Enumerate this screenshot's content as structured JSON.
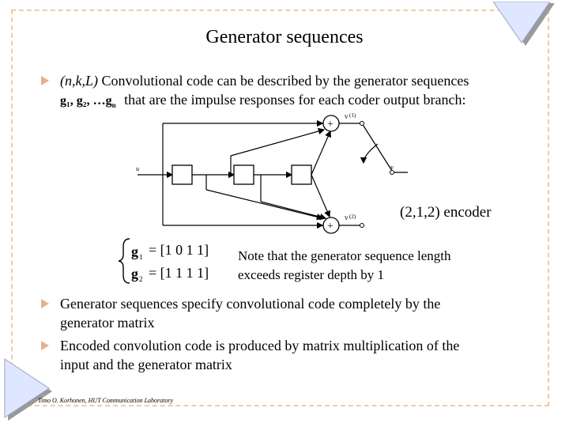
{
  "slide": {
    "title": "Generator sequences",
    "bullet1": {
      "vars": "(n,k,L)",
      "text": " Convolutional code can be described by the generator sequences",
      "seq": "g₁, g₂, …g",
      "seq_sub": "n",
      "line2": "that are the impulse responses for each coder output branch:"
    },
    "diagram": {
      "encoder_label": "(2,1,2) encoder",
      "input_label": "u",
      "output1_label": "v",
      "output1_sup": "(1)",
      "output2_label": "v",
      "output2_sup": "(2)",
      "switch_label": "v",
      "plus_sign": "+"
    },
    "equations": {
      "g1_name": "g",
      "g1_sub": "1",
      "g1_value": "= [1 0 1 1]",
      "g2_name": "g",
      "g2_sub": "2",
      "g2_value": "= [1 1 1 1]"
    },
    "note": {
      "line1": "Note that the generator sequence length",
      "line2": "exceeds register depth by 1"
    },
    "bullet2": {
      "line1": "Generator sequences specify convolutional code completely by the",
      "line2": "generator matrix"
    },
    "bullet3": {
      "line1": "Encoded convolution code is produced by matrix multiplication of the",
      "line2": "input and the generator matrix"
    },
    "footer": "Timo O. Korhonen, HUT Communication Laboratory",
    "colors": {
      "accent": "#e7b08a",
      "frame": "#f2c9a6",
      "corner_triangle": "#dfe6ff"
    }
  }
}
